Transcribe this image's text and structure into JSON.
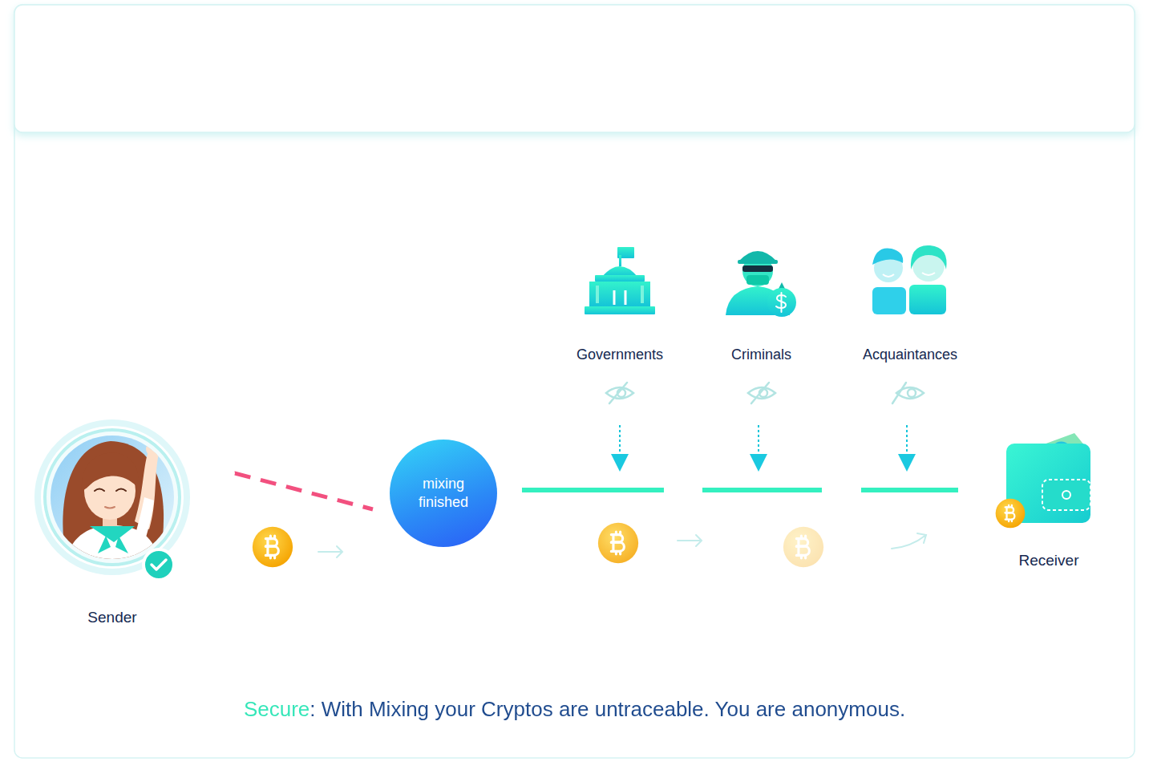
{
  "diagram": {
    "caption": "Secure: With Mixing your Cryptos are untraceable. You are anonymous.",
    "nodes": [
      {
        "text": [
          "Sender"
        ]
      },
      {
        "text": [
          "mixing finished"
        ]
      },
      {
        "text": [
          "Receiver"
        ]
      }
    ],
    "edges": [
      {
        "from": 0,
        "to": 1,
        "arrow": "none"
      },
      {
        "from": 1,
        "to": 2,
        "arrow": "none"
      }
    ],
    "labels": [
      "Governments",
      "Criminals",
      "Acquaintances"
    ]
  }
}
